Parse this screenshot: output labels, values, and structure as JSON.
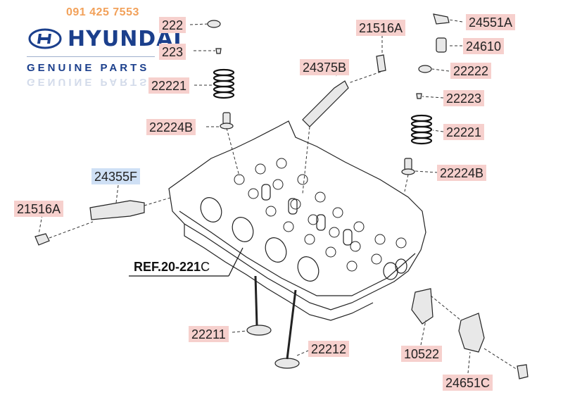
{
  "brand": {
    "phone": "091 425 7553",
    "name": "HYUNDAI",
    "subtitle": "GENUINE PARTS"
  },
  "labels": {
    "l22222_top": "222",
    "l22223_top": "223",
    "l22221_top": "22221",
    "l22224B_left": "22224B",
    "l21516A_top": "21516A",
    "l24375B": "24375B",
    "l24551A": "24551A",
    "l24610": "24610",
    "l22222_right": "22222",
    "l22223_right": "22223",
    "l22221_right": "22221",
    "l22224B_right": "22224B",
    "l24355F": "24355F",
    "l21516A_left": "21516A",
    "l22211": "22211",
    "l22212": "22212",
    "l10522": "10522",
    "l24651C": "24651C"
  },
  "ref": {
    "main": "REF.20-221",
    "suffix": "C"
  },
  "colors": {
    "part_label_bg": "#f6d0cd",
    "highlight_label_bg": "#cfe0f5",
    "brand_blue": "#1b3f8c",
    "phone_orange": "#f2a15a"
  }
}
